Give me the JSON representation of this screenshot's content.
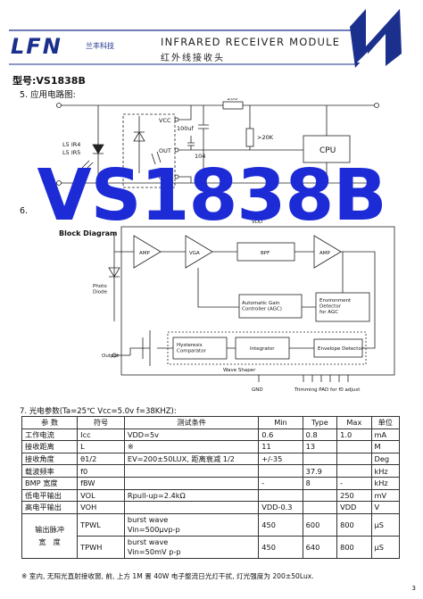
{
  "header": {
    "logo": "LFN",
    "logo_cn": "兰丰科技",
    "module_title": "INFRARED RECEIVER MODULE",
    "module_cn": "红外线接收头",
    "colors": {
      "brand": "#1b2f8c",
      "watermark": "#1c2bd6"
    }
  },
  "model_label": "型号:VS1838B",
  "sections": {
    "app_circuit": "5. 应用电路图:",
    "block": "6.",
    "params": "7. 光电参数(Ta=25℃  Vcc=5.0v  f=38KHZ):"
  },
  "watermark": "VS1838B",
  "circuit": {
    "ir_label1": "L5 IR4",
    "ir_label2": "L5 IR5",
    "vcc": "VCC",
    "out": "OUT",
    "gnd": "GND",
    "cap": "100uf",
    "res100": "100",
    "res104": "104",
    "res20k": ">20K",
    "cpu": "CPU"
  },
  "block": {
    "title": "Block Diagram",
    "vdd": "VDD",
    "amp1": "AMP",
    "vga": "VGA",
    "bpf": "BPF",
    "amp2": "AMP",
    "agc": "Automatic Gain\nController (AGC)",
    "env_det": "Environment\nDetector\nfor AGC",
    "photodiode": "Photo\nDiode",
    "hyst": "Hysteresis\nComparator",
    "integrator": "Integrator",
    "envelope": "Envelope Detector",
    "wave": "Wave Shaper",
    "output": "Output",
    "gnd": "GND",
    "trim": "Trimming PAD for f0 adjust"
  },
  "table": {
    "headers": [
      "参  数",
      "符号",
      "测试条件",
      "Min",
      "Type",
      "Max",
      "单位"
    ],
    "rows": [
      [
        "工作电流",
        "Icc",
        "VDD=5v",
        "0.6",
        "0.8",
        "1.0",
        "mA"
      ],
      [
        "接收距离",
        "L",
        "※",
        "11",
        "13",
        "",
        "M"
      ],
      [
        "接收角度",
        "θ1/2",
        "EV=200±50LUX, 距离衰减 1/2",
        "+/-35",
        "",
        "",
        "Deg"
      ],
      [
        "载波频率",
        "f0",
        "",
        "",
        "37.9",
        "",
        "kHz"
      ],
      [
        "BMP 宽度",
        "fBW",
        "",
        "-",
        "8",
        "-",
        "kHz"
      ],
      [
        "低电平输出",
        "VOL",
        "Rpull-up=2.4kΩ",
        "",
        "",
        "250",
        "mV"
      ],
      [
        "高电平输出",
        "VOH",
        "",
        "VDD-0.3",
        "",
        "VDD",
        "V"
      ]
    ],
    "pulse": {
      "param": "输出脉冲\n宽　度",
      "rows": [
        [
          "TPWL",
          "burst wave\nVin=500μvp-p",
          "450",
          "600",
          "800",
          "μS"
        ],
        [
          "TPWH",
          "burst wave\nVin=50mV p-p",
          "450",
          "640",
          "800",
          "μS"
        ]
      ]
    }
  },
  "note": "※ 室内, 无阳光直射接收窗, 前, 上方 1M 置 40W 电子整流日光灯干扰, 灯光强度为 200±50Lux.",
  "page_number": "3"
}
